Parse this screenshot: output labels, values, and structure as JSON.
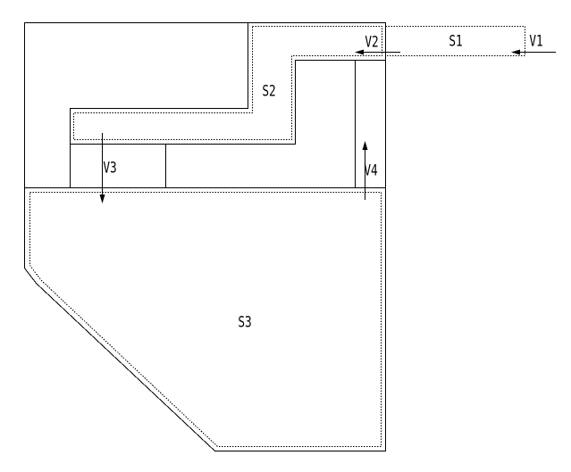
{
  "labels": {
    "s1": "S1",
    "s2": "S2",
    "s3": "S3",
    "v1": "V1",
    "v2": "V2",
    "v3": "V3",
    "v4": "V4"
  },
  "colors": {
    "background": "#ffffff",
    "stroke": "#000000"
  }
}
